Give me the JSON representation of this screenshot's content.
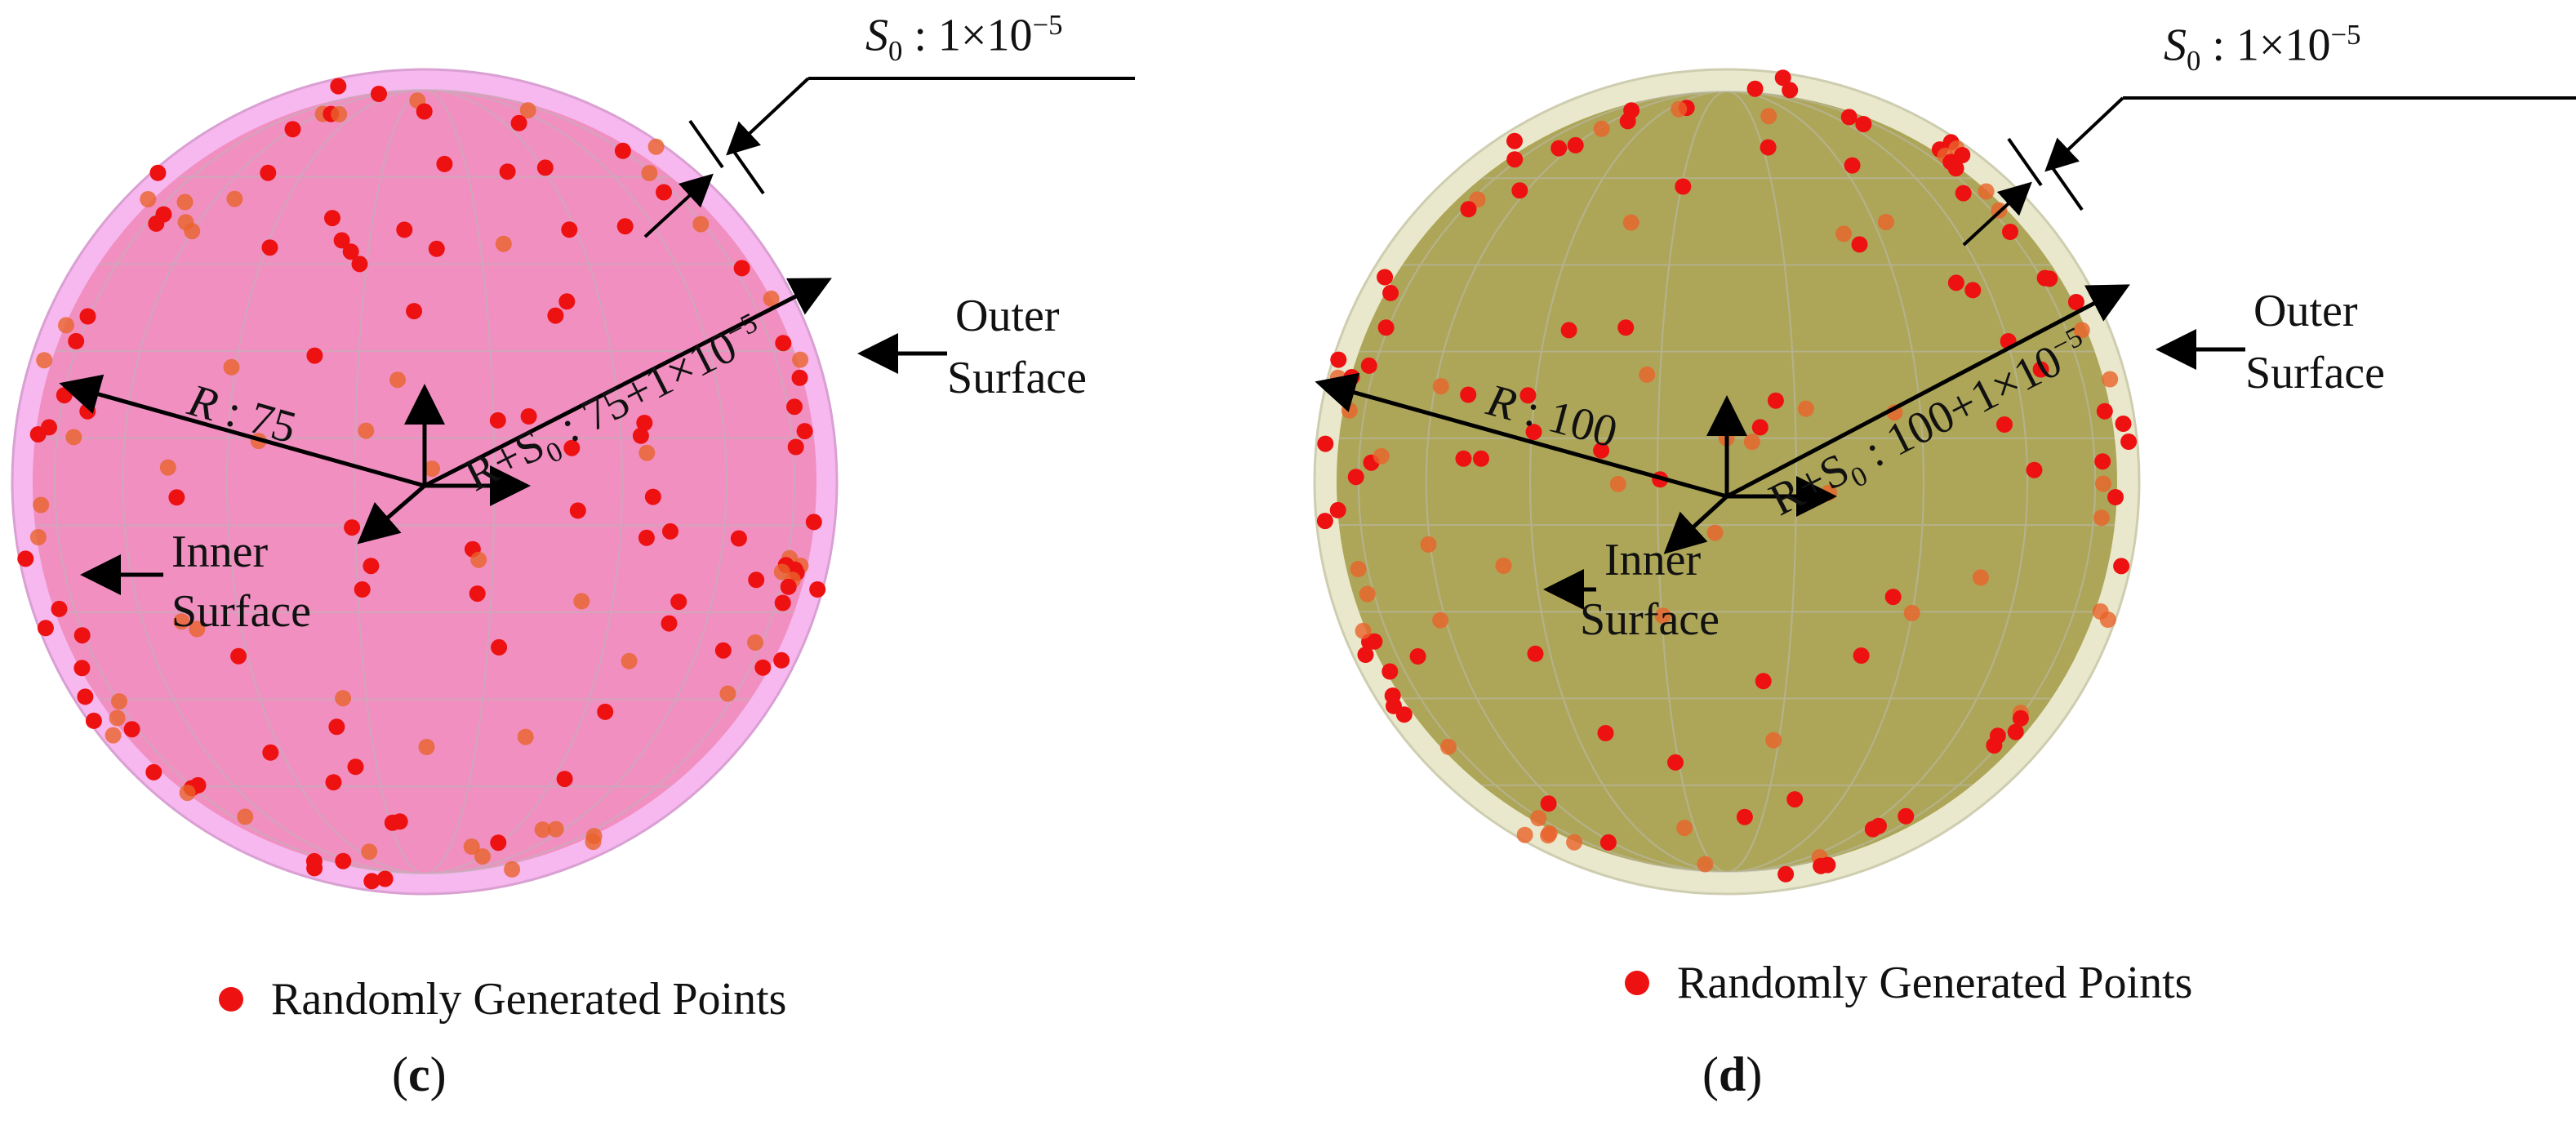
{
  "panels": [
    {
      "id": "c",
      "caption": "c",
      "shell_color": "#f7b7ef",
      "inner_color": "#f08bbd",
      "thickness_label": {
        "symbol": "S",
        "sub": "0",
        "text": " : 1×10",
        "exp": "−5"
      },
      "radius_label": {
        "symbol": "R",
        "text": " : 75"
      },
      "outer_radius_label": {
        "text": "R+S",
        "sub": "0",
        "value": " : 75+1×10",
        "exp": "−5"
      },
      "outer_surface": [
        "Outer",
        "Surface"
      ],
      "inner_surface": [
        "Inner",
        "Surface"
      ],
      "legend": "Randomly Generated Points"
    },
    {
      "id": "d",
      "caption": "d",
      "shell_color": "#e9e8cc",
      "inner_color": "#aaa251",
      "thickness_label": {
        "symbol": "S",
        "sub": "0",
        "text": " : 1×10",
        "exp": "−5"
      },
      "radius_label": {
        "symbol": "R",
        "text": " : 100"
      },
      "outer_radius_label": {
        "text": "R+S",
        "sub": "0",
        "value": " : 100+1×10",
        "exp": "−5"
      },
      "outer_surface": [
        "Outer",
        "Surface"
      ],
      "inner_surface": [
        "Inner",
        "Surface"
      ],
      "legend": "Randomly Generated Points"
    }
  ],
  "colors": {
    "point": "#ee1111",
    "point_faded": "#e8632a",
    "arrow": "#000000",
    "grid": "#9e9e9e"
  }
}
